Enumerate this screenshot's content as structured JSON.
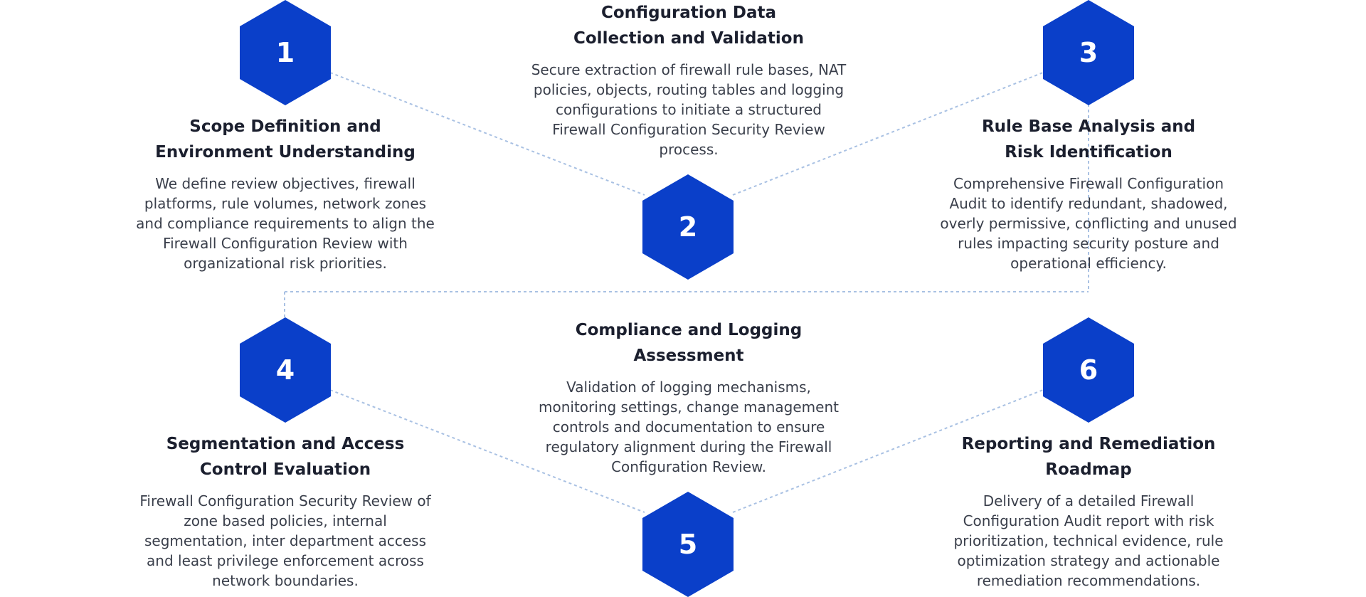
{
  "accent_color": "#0a3fc9",
  "connector_color": "#a9c1e3",
  "steps": [
    {
      "number": "1",
      "title": "Scope Definition and\nEnvironment Understanding",
      "description": "We define review objectives, firewall\nplatforms, rule volumes, network zones\nand compliance requirements to align the\nFirewall Configuration Review with\norganizational risk priorities."
    },
    {
      "number": "2",
      "title": "Configuration Data\nCollection and Validation",
      "description": "Secure extraction of firewall rule bases, NAT\npolicies, objects, routing tables and logging\nconfigurations to initiate a structured\nFirewall Configuration Security Review\nprocess."
    },
    {
      "number": "3",
      "title": "Rule Base Analysis and\nRisk Identification",
      "description": "Comprehensive Firewall Configuration\nAudit to identify redundant, shadowed,\noverly permissive, conflicting and unused\nrules impacting security posture and\noperational efficiency."
    },
    {
      "number": "4",
      "title": "Segmentation and Access\nControl Evaluation",
      "description": "Firewall Configuration Security Review of\nzone based policies, internal\nsegmentation, inter department access\nand least privilege enforcement across\nnetwork boundaries."
    },
    {
      "number": "5",
      "title": "Compliance and Logging\nAssessment",
      "description": "Validation of logging mechanisms,\nmonitoring settings, change management\ncontrols and documentation to ensure\nregulatory alignment during the Firewall\nConfiguration Review."
    },
    {
      "number": "6",
      "title": "Reporting and Remediation\nRoadmap",
      "description": "Delivery of a detailed Firewall\nConfiguration Audit report with risk\nprioritization, technical evidence, rule\noptimization strategy and actionable\nremediation recommendations."
    }
  ]
}
